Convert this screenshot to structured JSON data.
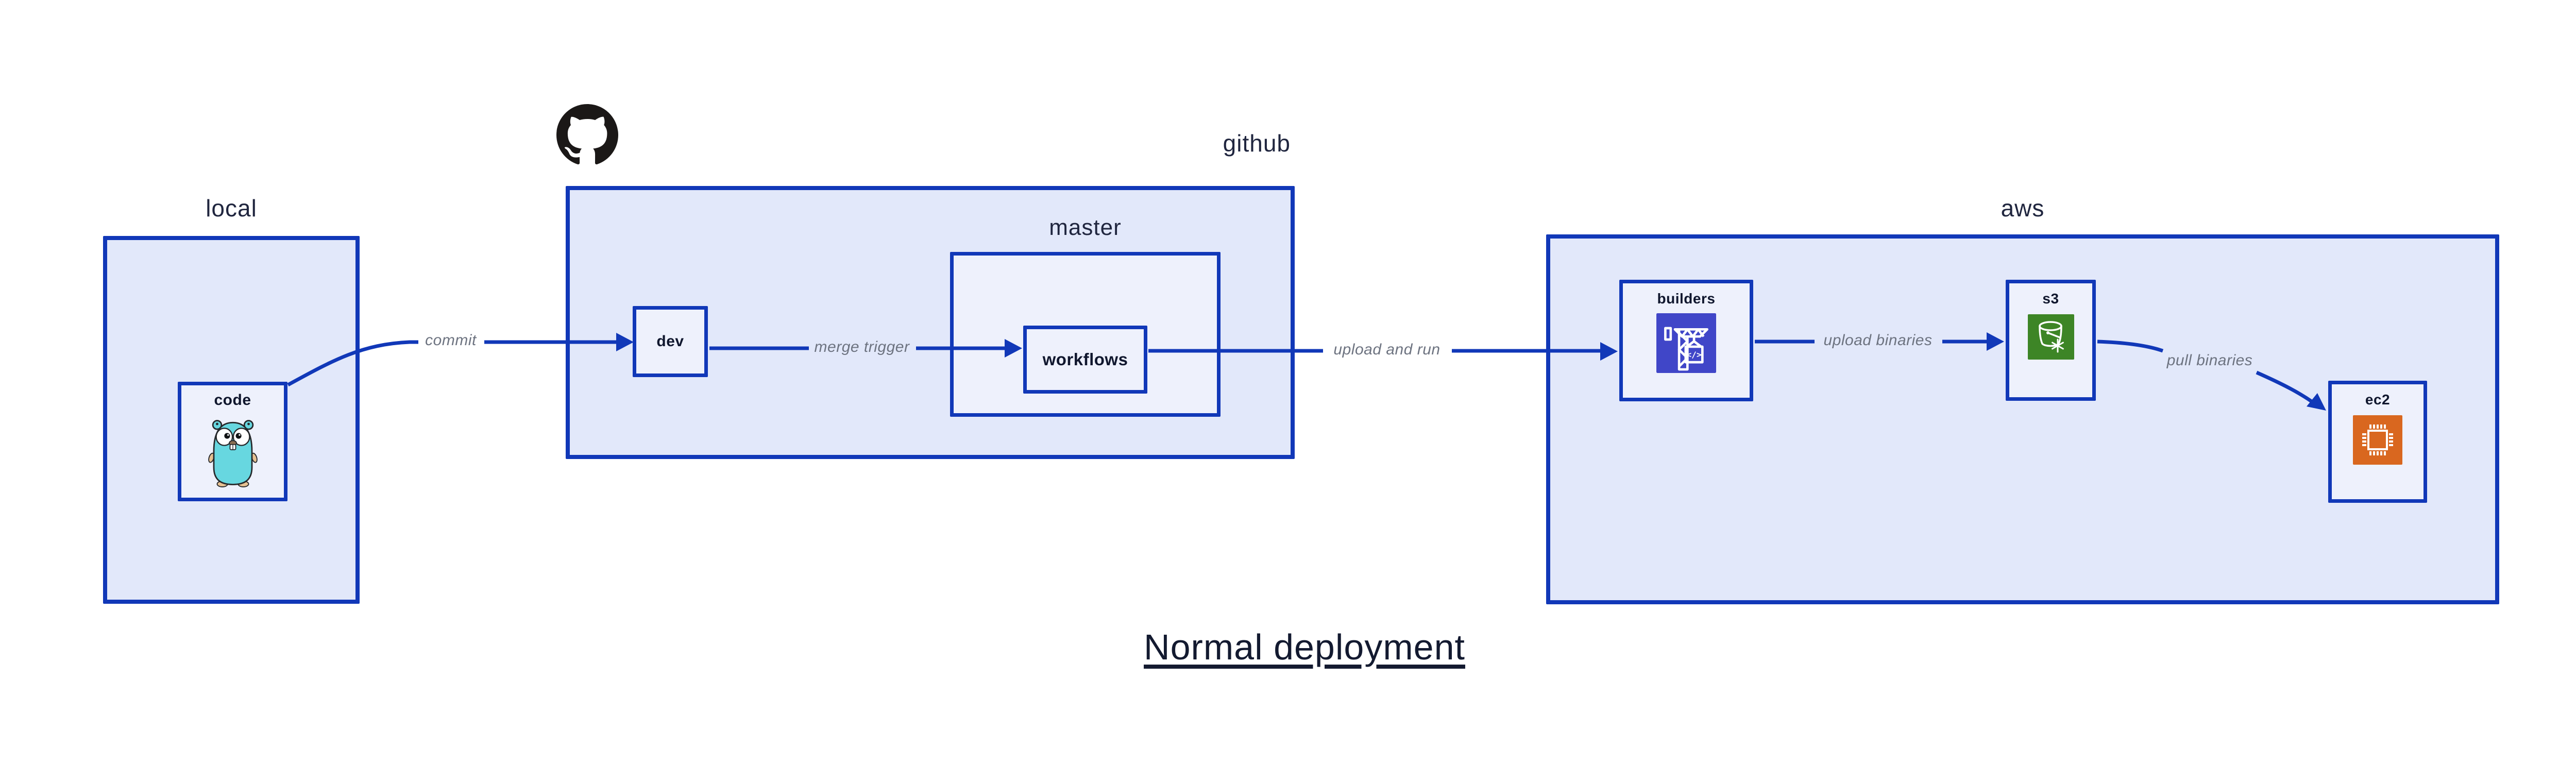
{
  "title": "Normal deployment",
  "containers": {
    "local": {
      "label": "local"
    },
    "github": {
      "label": "github"
    },
    "master": {
      "label": "master"
    },
    "aws": {
      "label": "aws"
    }
  },
  "nodes": {
    "code": {
      "label": "code",
      "icon": "go-gopher-icon"
    },
    "dev": {
      "label": "dev"
    },
    "workflows": {
      "label": "workflows"
    },
    "builders": {
      "label": "builders",
      "icon": "codebuild-crane-icon"
    },
    "s3": {
      "label": "s3",
      "icon": "s3-bucket-icon"
    },
    "ec2": {
      "label": "ec2",
      "icon": "ec2-chip-icon"
    }
  },
  "edges": {
    "commit": {
      "label": "commit"
    },
    "merge_trigger": {
      "label": "merge trigger"
    },
    "upload_and_run": {
      "label": "upload and run"
    },
    "upload_binaries": {
      "label": "upload binaries"
    },
    "pull_binaries": {
      "label": "pull binaries"
    }
  },
  "icons": [
    "github-octocat-icon",
    "go-gopher-icon",
    "codebuild-crane-icon",
    "s3-bucket-icon",
    "ec2-chip-icon"
  ],
  "colors": {
    "line_blue": "#1138b8",
    "container_fill": "#e2e8fa",
    "node_fill": "#eef1fc",
    "dark_label": "#10172e",
    "edge_label_gray": "#6d7380",
    "octocat_black": "#1b1817",
    "gopher_teal": "#67d7e0",
    "codebuild_purple": "#4046c8",
    "s3_green": "#3d8526",
    "ec2_orange": "#d9671f"
  }
}
